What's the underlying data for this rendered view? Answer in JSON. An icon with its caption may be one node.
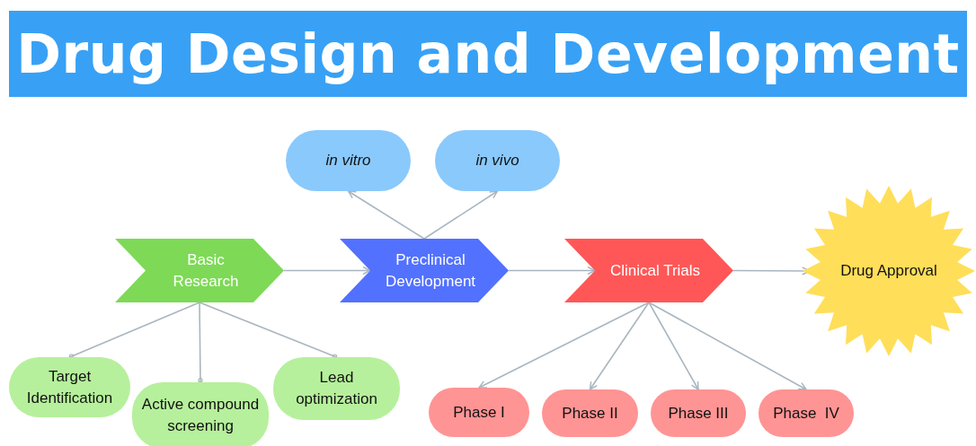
{
  "diagram": {
    "title": "Drug Design and Development",
    "nodes": [
      {
        "text": [
          "in vitro"
        ]
      },
      {
        "text": [
          "in vivo"
        ]
      },
      {
        "text": [
          "Basic Research"
        ]
      },
      {
        "text": [
          "Preclinical Development"
        ]
      },
      {
        "text": [
          "Clinical Trials"
        ]
      },
      {
        "text": [
          "Drug Approval"
        ]
      },
      {
        "text": [
          "Target Identification"
        ]
      },
      {
        "text": [
          "Active compound screening"
        ]
      },
      {
        "text": [
          "Lead optimization"
        ]
      },
      {
        "text": [
          "Phase I"
        ]
      },
      {
        "text": [
          "Phase II"
        ]
      },
      {
        "text": [
          "Phase III"
        ]
      },
      {
        "text": [
          "Phase  IV"
        ]
      }
    ],
    "edges": [
      {
        "from": 2,
        "to": 3,
        "arrow": "to"
      },
      {
        "from": 3,
        "to": 4,
        "arrow": "to"
      },
      {
        "from": 4,
        "to": 5,
        "arrow": "to"
      },
      {
        "from": 3,
        "to": 0,
        "arrow": "to"
      },
      {
        "from": 3,
        "to": 1,
        "arrow": "to"
      },
      {
        "from": 2,
        "to": 6,
        "arrow": "other"
      },
      {
        "from": 2,
        "to": 7,
        "arrow": "other"
      },
      {
        "from": 2,
        "to": 8,
        "arrow": "other"
      },
      {
        "from": 4,
        "to": 9,
        "arrow": "to"
      },
      {
        "from": 4,
        "to": 10,
        "arrow": "to"
      },
      {
        "from": 4,
        "to": 11,
        "arrow": "to"
      },
      {
        "from": 4,
        "to": 12,
        "arrow": "to"
      }
    ]
  }
}
